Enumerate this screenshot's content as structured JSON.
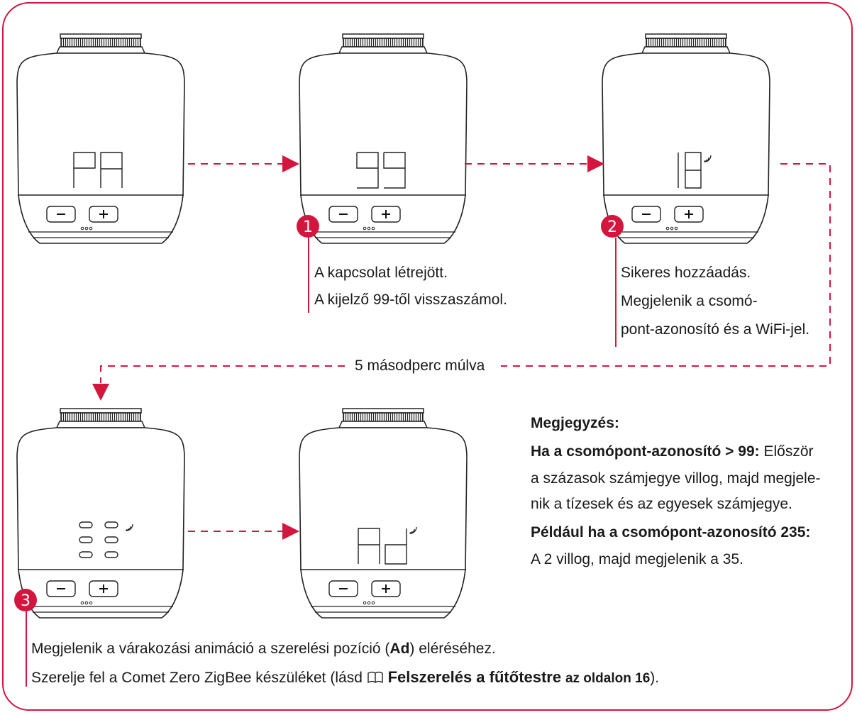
{
  "accent_color": "#d4163f",
  "devices": [
    {
      "display": "PA",
      "wifi": false,
      "step": ""
    },
    {
      "display": "99",
      "wifi": false,
      "step": "1"
    },
    {
      "display": "18",
      "wifi": true,
      "step": "2"
    },
    {
      "display": "waiting-animation",
      "wifi": true,
      "step": "3"
    },
    {
      "display": "Ad",
      "wifi": true,
      "step": ""
    }
  ],
  "device_buttons": {
    "minus": "−",
    "plus": "+"
  },
  "step1": {
    "number": "1",
    "line1": "A kapcsolat létrejött.",
    "line2": "A kijelző 99-től visszaszámol."
  },
  "step2": {
    "number": "2",
    "line1": "Sikeres hozzáadás.",
    "line2": "Megjelenik a csomó-",
    "line3": "pont-azonosító és a WiFi-jel."
  },
  "step3": {
    "number": "3",
    "line1_pre": "Megjelenik a várakozási animáció a szerelési pozíció (",
    "line1_bold": "Ad",
    "line1_post": ") eléréséhez.",
    "line2_pre": "Szerelje fel a Comet Zero ZigBee készüléket (lásd ",
    "book_icon": "book-icon",
    "line2_bold": "Felszerelés a fűtőtestre",
    "line2_bold2": "az oldalon 16",
    "line2_post": ")."
  },
  "delay_label": "5 másodperc múlva",
  "note": {
    "title": "Megjegyzés:",
    "p1_bold": "Ha a csomópont-azonosító > 99:",
    "p1_line1": " Először",
    "p1_line2": "a százasok számjegye villog, majd megjele-",
    "p1_line3": "nik a tízesek és az egyesek számjegye.",
    "p2_bold": "Például ha a csomópont-azonosító 235:",
    "p2_line": "A 2 villog, majd megjelenik a 35."
  }
}
